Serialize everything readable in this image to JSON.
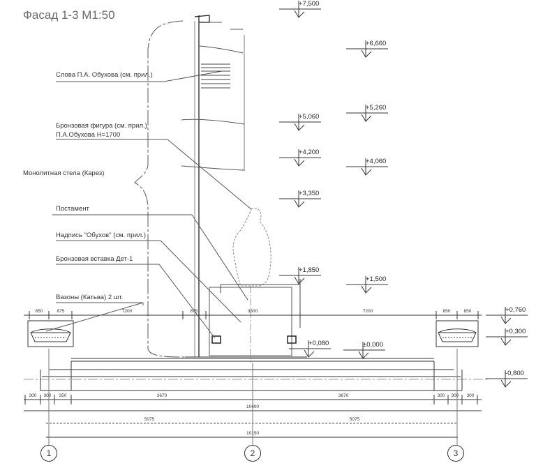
{
  "title": "Фасад 1-3 М1:50",
  "labels": {
    "slova": "Слова П.А. Обуховa (см. прил.)",
    "figure_line1": "Бронзовая фигура (см. прил.)",
    "figure_line2": "П.А.Обуховa H=1700",
    "stela": "Монолитная стела (Карез)",
    "postament": "Постамент",
    "nadpis": "Надпись \"Обухов\" (см. прил.)",
    "vstavka": "Бронзовая вставка Дет-1",
    "vazony": "Вазоны (Катьва) 2 шт."
  },
  "level_marks": {
    "m7500": "+7,500",
    "m6660": "+6,660",
    "m5260": "+5,260",
    "m5060": "+5,060",
    "m4200": "+4,200",
    "m4060": "+4,060",
    "m3350": "+3,350",
    "m1850": "+1,850",
    "m1500": "+1,500",
    "m0760": "+0,760",
    "m0300": "+0,300",
    "m0080": "+0,080",
    "m0000": "±0,000",
    "m0800": "-0,800"
  },
  "dims_top": [
    "850",
    "875",
    "7200",
    "875",
    "3500",
    "7200",
    "850",
    "850"
  ],
  "dims_bottom": [
    "300",
    "300",
    "350",
    "3670",
    "3670",
    "300",
    "300",
    "300"
  ],
  "dims_total": "10400",
  "dims_half": [
    "5075",
    "5075"
  ],
  "dims_axes": "10150",
  "axes": [
    "1",
    "2",
    "3"
  ]
}
